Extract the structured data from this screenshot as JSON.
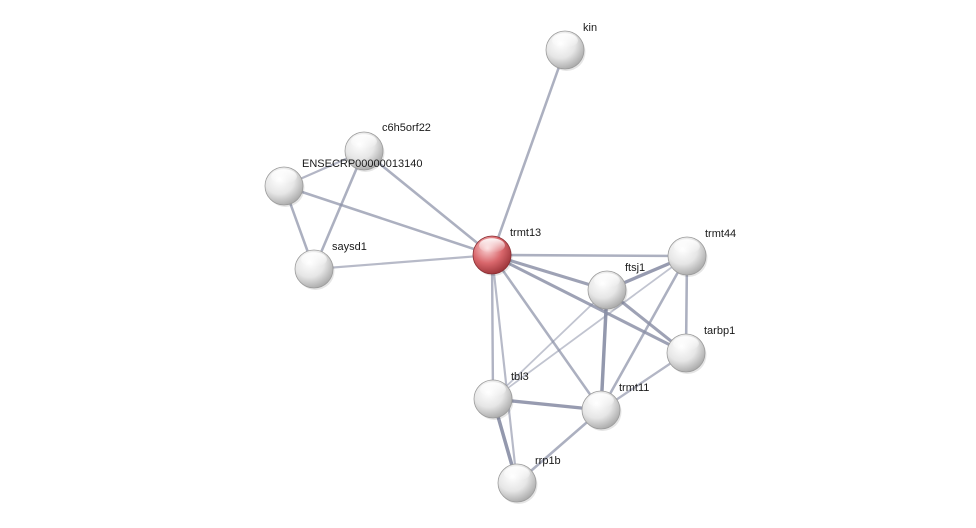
{
  "network": {
    "colors": {
      "background": "#ffffff",
      "edge": "#8a8fa6",
      "node": "#e6e6e6",
      "query_node": "#d9676c",
      "label": "#1a1a1a"
    },
    "nodes": [
      {
        "id": "kin",
        "label": "kin",
        "query": false
      },
      {
        "id": "c6h5orf22",
        "label": "c6h5orf22",
        "query": false
      },
      {
        "id": "ENSECRP00000013140",
        "label": "ENSECRP00000013140",
        "query": false
      },
      {
        "id": "saysd1",
        "label": "saysd1",
        "query": false
      },
      {
        "id": "trmt13",
        "label": "trmt13",
        "query": true
      },
      {
        "id": "trmt44",
        "label": "trmt44",
        "query": false
      },
      {
        "id": "ftsj1",
        "label": "ftsj1",
        "query": false
      },
      {
        "id": "tarbp1",
        "label": "tarbp1",
        "query": false
      },
      {
        "id": "tbl3",
        "label": "tbl3",
        "query": false
      },
      {
        "id": "trmt11",
        "label": "trmt11",
        "query": false
      },
      {
        "id": "rrp1b",
        "label": "rrp1b",
        "query": false
      }
    ],
    "edges": [
      {
        "source": "trmt13",
        "target": "kin",
        "score": 0.6
      },
      {
        "source": "trmt13",
        "target": "c6h5orf22",
        "score": 0.6
      },
      {
        "source": "trmt13",
        "target": "ENSECRP00000013140",
        "score": 0.6
      },
      {
        "source": "trmt13",
        "target": "saysd1",
        "score": 0.45
      },
      {
        "source": "trmt13",
        "target": "trmt44",
        "score": 0.6
      },
      {
        "source": "trmt13",
        "target": "ftsj1",
        "score": 0.8
      },
      {
        "source": "trmt13",
        "target": "tarbp1",
        "score": 0.8
      },
      {
        "source": "trmt13",
        "target": "tbl3",
        "score": 0.55
      },
      {
        "source": "trmt13",
        "target": "trmt11",
        "score": 0.6
      },
      {
        "source": "trmt13",
        "target": "rrp1b",
        "score": 0.45
      },
      {
        "source": "c6h5orf22",
        "target": "ENSECRP00000013140",
        "score": 0.5
      },
      {
        "source": "c6h5orf22",
        "target": "saysd1",
        "score": 0.6
      },
      {
        "source": "ENSECRP00000013140",
        "target": "saysd1",
        "score": 0.6
      },
      {
        "source": "ftsj1",
        "target": "trmt44",
        "score": 0.9
      },
      {
        "source": "ftsj1",
        "target": "tarbp1",
        "score": 0.8
      },
      {
        "source": "ftsj1",
        "target": "trmt11",
        "score": 0.95
      },
      {
        "source": "ftsj1",
        "target": "tbl3",
        "score": 0.3
      },
      {
        "source": "trmt44",
        "target": "tarbp1",
        "score": 0.6
      },
      {
        "source": "trmt44",
        "target": "trmt11",
        "score": 0.6
      },
      {
        "source": "trmt44",
        "target": "tbl3",
        "score": 0.3
      },
      {
        "source": "tarbp1",
        "target": "trmt11",
        "score": 0.5
      },
      {
        "source": "tbl3",
        "target": "trmt11",
        "score": 0.9
      },
      {
        "source": "tbl3",
        "target": "rrp1b",
        "score": 0.95
      },
      {
        "source": "trmt11",
        "target": "rrp1b",
        "score": 0.6
      }
    ]
  }
}
